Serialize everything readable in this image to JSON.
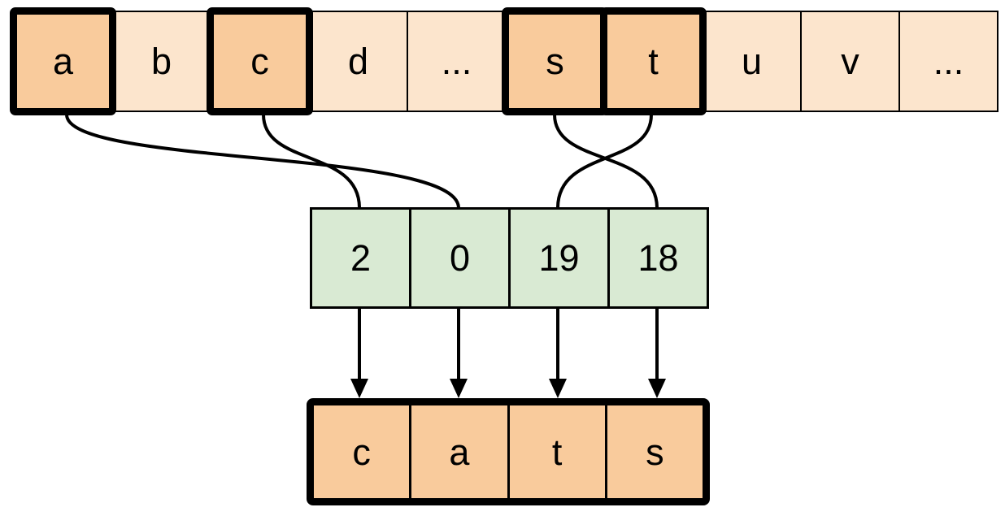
{
  "colors": {
    "bg": "#ffffff",
    "cell-light-orange": "#fce5cd",
    "cell-dark-orange": "#f9cb9c",
    "cell-green": "#d9ead3",
    "line": "#000000"
  },
  "alphabet_row": {
    "cells": [
      {
        "label": "a",
        "highlighted": true
      },
      {
        "label": "b",
        "highlighted": false
      },
      {
        "label": "c",
        "highlighted": true
      },
      {
        "label": "d",
        "highlighted": false
      },
      {
        "label": "...",
        "highlighted": false
      },
      {
        "label": "s",
        "highlighted": true
      },
      {
        "label": "t",
        "highlighted": true
      },
      {
        "label": "u",
        "highlighted": false
      },
      {
        "label": "v",
        "highlighted": false
      },
      {
        "label": "...",
        "highlighted": false
      }
    ]
  },
  "index_row": {
    "cells": [
      {
        "label": "2"
      },
      {
        "label": "0"
      },
      {
        "label": "19"
      },
      {
        "label": "18"
      }
    ]
  },
  "result_row": {
    "cells": [
      {
        "label": "c"
      },
      {
        "label": "a"
      },
      {
        "label": "t"
      },
      {
        "label": "s"
      }
    ]
  },
  "connections": [
    {
      "from": "a",
      "to": "0"
    },
    {
      "from": "c",
      "to": "2"
    },
    {
      "from": "s",
      "to": "18"
    },
    {
      "from": "t",
      "to": "19"
    }
  ]
}
